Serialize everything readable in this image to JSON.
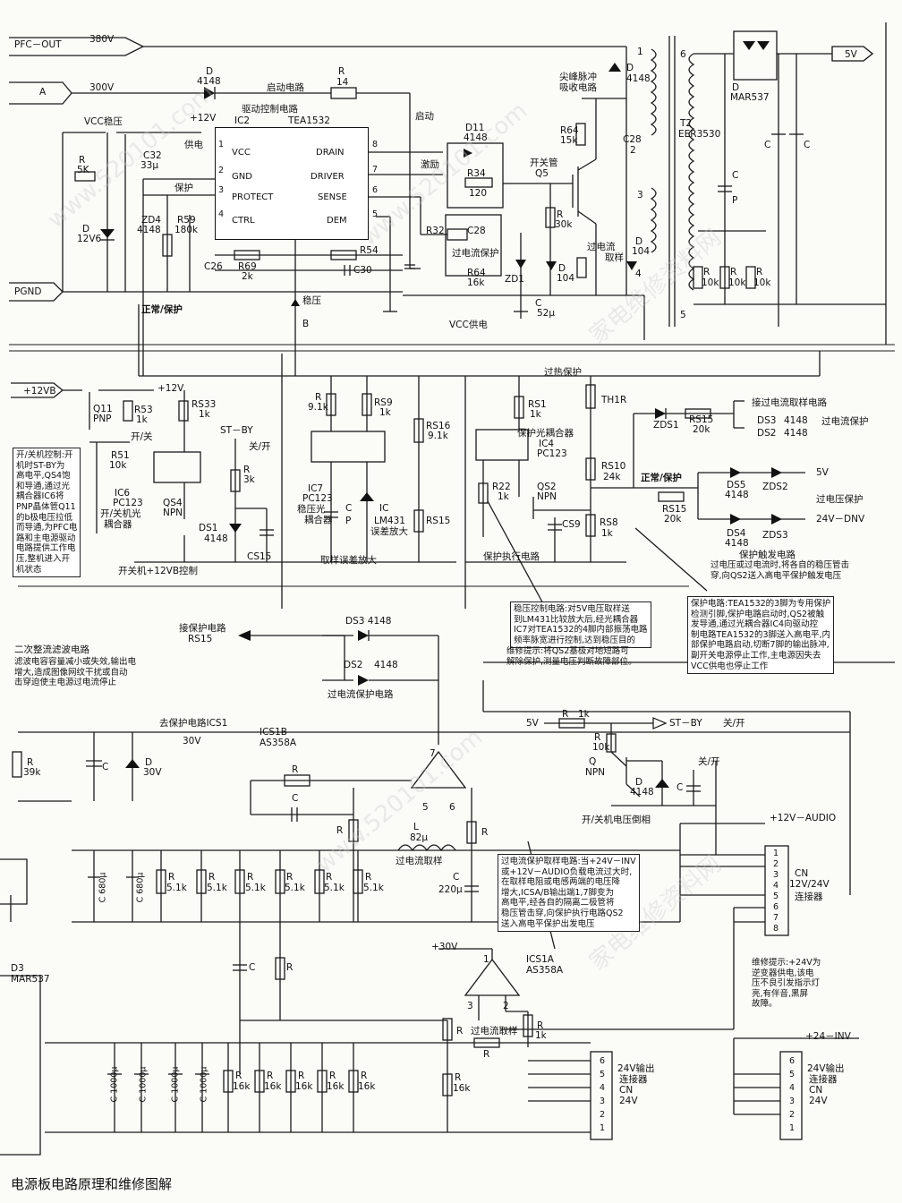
{
  "top": {
    "pfc_out": "PFC－OUT",
    "v380": "380V",
    "a": "A",
    "v300": "300V",
    "pgnd": "PGND",
    "d4148a": "D",
    "d4148a_val": "4148",
    "r14": "R",
    "r14_val": "14",
    "startup_circuit": "启动电路",
    "startup": "启动",
    "vcc_reg": "VCC稳压",
    "plus12": "+12V",
    "r5k": "R",
    "r5k_val": "5K",
    "c32": "C32",
    "c32_val": "33μ",
    "d12v6": "D",
    "d12v6_val": "12V6",
    "supply": "供电",
    "protect_lbl": "保护",
    "zd4": "ZD4",
    "zd4_val": "4148",
    "r59": "R59",
    "r59_val": "180k",
    "c26": "C26",
    "r69": "R69",
    "r69_val": "2k",
    "r54": "R54",
    "c30": "C30",
    "normal_protect": "正常/保护",
    "vreg": "稳压",
    "b": "B",
    "vcc_supply": "VCC供电",
    "drive_ctrl": "驱动控制电路",
    "ic2": "IC2",
    "tea1532": "TEA1532",
    "pins_left": [
      "VCC",
      "GND",
      "PROTECT",
      "CTRL"
    ],
    "pins_left_num": [
      "1",
      "2",
      "3",
      "4"
    ],
    "pins_right": [
      "DRAIN",
      "DRIVER",
      "SENSE",
      "DEM"
    ],
    "pins_right_num": [
      "8",
      "7",
      "6",
      "5"
    ],
    "excite": "激励",
    "d11": "D11",
    "d11_val": "4148",
    "r34": "R34",
    "r34_val": "120",
    "c28a": "C28",
    "overcurrent_protect": "过电流保护",
    "r64a": "R64",
    "r64a_val": "16k",
    "r32": "R32",
    "spike": "尖峰脉冲",
    "spike2": "吸收电路",
    "r64b": "R64",
    "r64b_val": "15k",
    "c28b": "C28",
    "c28b_val": "2",
    "d4148b": "D",
    "d4148b_val": "4148",
    "switch_tube": "开关管",
    "q5": "Q5",
    "r30k": "R",
    "r30k_val": "30k",
    "zd1": "ZD1",
    "d104a": "D",
    "d104a_val": "104",
    "d104b": "D",
    "d104b_val": "104",
    "oc_sample": "过电流",
    "oc_sample2": "取样",
    "c52": "C",
    "c52_val": "52μ",
    "t2": "T2",
    "eer3530": "EER3530",
    "n1": "1",
    "n3": "3",
    "n4": "4",
    "n5": "5",
    "n6": "6",
    "dmar": "D",
    "dmar_val": "MAR537",
    "out5v": "5V",
    "r10k": [
      "R",
      "R",
      "R"
    ],
    "r10k_val": [
      "10k",
      "10k",
      "10k"
    ],
    "cp": "C",
    "cp_val": "P",
    "c_left": "C",
    "c_right": "C"
  },
  "mid": {
    "plus12vb": "+12VB",
    "q11": "Q11",
    "q11_type": "PNP",
    "r53": "R53",
    "r53_val": "1k",
    "plus12": "+12V",
    "r51": "R51",
    "r51_val": "10k",
    "on_off": "开/关",
    "rs33": "RS33",
    "rs33_val": "1k",
    "stby": "ST－BY",
    "off_on": "关/开",
    "r3k": "R",
    "r3k_val": "3k",
    "qs4": "QS4",
    "qs4_type": "NPN",
    "ic6": "IC6",
    "ic6_type": "PC123",
    "ic6_desc": "开/关机光",
    "ic6_desc2": "耦合器",
    "ds1": "DS1",
    "ds1_val": "4148",
    "cs15": "CS15",
    "onoff_ctrl": "开关机+12VB控制",
    "onoff_note": "开/关机控制:开\n机时ST-BY为\n高电平,QS4饱\n和导通,通过光\n耦合器IC6将\nPNP晶体管Q11\n的b极电压拉低\n而导通,为PFC电\n路和主电源驱动\n电路提供工作电\n压,整机进入开\n机状态",
    "r91": "R",
    "r91_val": "9.1k",
    "rs9": "RS9",
    "rs9_val": "1k",
    "rs16": "RS16",
    "rs16_val": "9.1k",
    "ic7": "IC7",
    "ic7_type": "PC123",
    "ic7_desc": "稳压光",
    "ic7_desc2": "耦合器",
    "cp": "C",
    "cp_val": "P",
    "ic_lm": "IC",
    "lm431": "LM431",
    "lm_desc": "误差放大",
    "rs15": "RS15",
    "sample_err": "取样误差放大",
    "overheat": "过热保护",
    "rs1": "RS1",
    "rs1_val": "1k",
    "th1r": "TH1R",
    "ic4": "IC4",
    "ic4_type": "PC123",
    "ic4_desc": "保护光耦合器",
    "r22": "R22",
    "r22_val": "1k",
    "qs2": "QS2",
    "qs2_type": "NPN",
    "cs9": "CS9",
    "rs10": "RS10",
    "rs10_val": "24k",
    "rs8": "RS8",
    "rs8_val": "1k",
    "exec": "保护执行电路",
    "zds1": "ZDS1",
    "rs15b": "RS15",
    "rs15b_val": "20k",
    "to_oc": "接过电流取样电路",
    "ds3": "DS3",
    "ds3_val": "4148",
    "ds2": "DS2",
    "ds2_val": "4148",
    "oc_protect": "过电流保护",
    "normal_protect": "正常/保护",
    "ds5": "DS5",
    "ds5_val": "4148",
    "zds2": "ZDS2",
    "v5": "5V",
    "rs15c": "RS15",
    "rs15c_val": "20k",
    "ov_protect": "过电压保护",
    "ds4": "DS4",
    "ds4_val": "4148",
    "zds3": "ZDS3",
    "v24dnv": "24V－DNV",
    "trigger": "保护触发电路",
    "trigger_note": "过电压或过电流时,将各自的稳压管击\n穿,向QS2送入高电平保护触发电压",
    "reg_note": "稳压控制电路:对5V电压取样送\n到LM431比较放大后,经光耦合器\nIC7对TEA1532的4脚内部振荡电路\n频率脉宽进行控制,达到稳压目的",
    "repair1": "维修提示:将QS2基极对地短路可\n解除保护,测量电压判断故障部位。",
    "prot_note": "保护电路:TEA1532的3脚为专用保护\n检测引脚,保护电路启动时,QS2被触\n发导通,通过光耦合器IC4向驱动控\n制电路TEA1532的3脚送入高电平,内\n部保护电路启动,切断7脚的输出脉冲,\n副开关电源停止工作,主电源因失去\nVCC供电也停止工作"
  },
  "bottom": {
    "to_prot": "接保护电路",
    "rs15": "RS15",
    "ds3": "DS3 4148",
    "ds2": "DS2",
    "ds2_val": "4148",
    "oc_prot": "过电流保护电路",
    "rect_title": "二次整流滤波电路",
    "rect_note": "滤波电容容量减小或失效,输出电\n增大,造成图像网纹干扰或自动\n击穿迫使主电源过电流停止",
    "go_prot": "去保护电路ICS1",
    "v30": "30V",
    "ics1b": "ICS1B",
    "as358a": "AS358A",
    "r39k": "R",
    "r39k_val": "39k",
    "c1": "C",
    "d30v": "D",
    "d30v_val": "30V",
    "r_fb": "R",
    "c_fb": "C",
    "r_a": "R",
    "r_b": "R",
    "l82": "L",
    "l82_val": "82μ",
    "oc_sample": "过电流取样",
    "c220": "C",
    "c220_val": "220μ",
    "pin7": "7",
    "pin5": "5",
    "pin6": "6",
    "c680a": "C 680μ",
    "c680b": "C 680μ",
    "r51k": [
      "R",
      "R",
      "R",
      "R",
      "R",
      "R"
    ],
    "r51k_val": [
      "5.1k",
      "5.1k",
      "5.1k",
      "5.1k",
      "5.1k",
      "5.1k"
    ],
    "c_mid": "C",
    "r_mid": "R",
    "v5": "5V",
    "r1k": "R",
    "r1k_val": "1k",
    "stby": "ST－BY",
    "off_on": "关/开",
    "r10k": "R",
    "r10k_val": "10k",
    "q": "Q",
    "q_type": "NPN",
    "d4148": "D",
    "d4148_val": "4148",
    "c_sm": "C",
    "on_off2": "关/开",
    "invert": "开/关机电压倒相",
    "audio": "+12V－AUDIO",
    "cn_pins": [
      "1",
      "2",
      "3",
      "4",
      "5",
      "6",
      "7",
      "8"
    ],
    "cn": "CN",
    "cn_type": "12V/24V",
    "cn_desc": "连接器",
    "oc_note": "过电流保护取样电路:当+24V－INV\n或+12V－AUDIO负载电流过大时,\n在取样电阻或电感两端的电压降\n增大,ICSA/B输出端1,7脚变为\n高电平,经各自的隔离二极管将\n稳压管击穿,向保护执行电路QS2\n送入高电平保护出发电压",
    "v30b": "+30V",
    "ics1a": "ICS1A",
    "as358a2": "AS358A",
    "p1": "1",
    "p3": "3",
    "p2": "2",
    "r_x": "R",
    "r_y": "R",
    "r_y_val": "1k",
    "r_z": "R",
    "oc_sample2": "过电流取样",
    "d3": "D3",
    "mar537": "MAR537",
    "c1000": [
      "C 1000μ",
      "C 1000μ",
      "C 1000μ",
      "C 1000μ"
    ],
    "r16k": [
      "R",
      "R",
      "R",
      "R",
      "R"
    ],
    "r16k_val": [
      "16k",
      "16k",
      "16k",
      "16k",
      "16k"
    ],
    "r16k_b": "R",
    "r16k_b_val": "16k",
    "cn24_pins": [
      "6",
      "5",
      "4",
      "3",
      "2",
      "1"
    ],
    "cn24_desc": "24V输出",
    "cn24_desc2": "连接器",
    "cn24": "CN",
    "cn24_v": "24V",
    "v24inv": "+24－INV",
    "repair2": "维修提示:+24V为\n逆变器供电,该电\n压不良引发指示灯\n亮,有伴音,黑屏\n故障。"
  },
  "caption": "电源板电路原理和维修图解"
}
